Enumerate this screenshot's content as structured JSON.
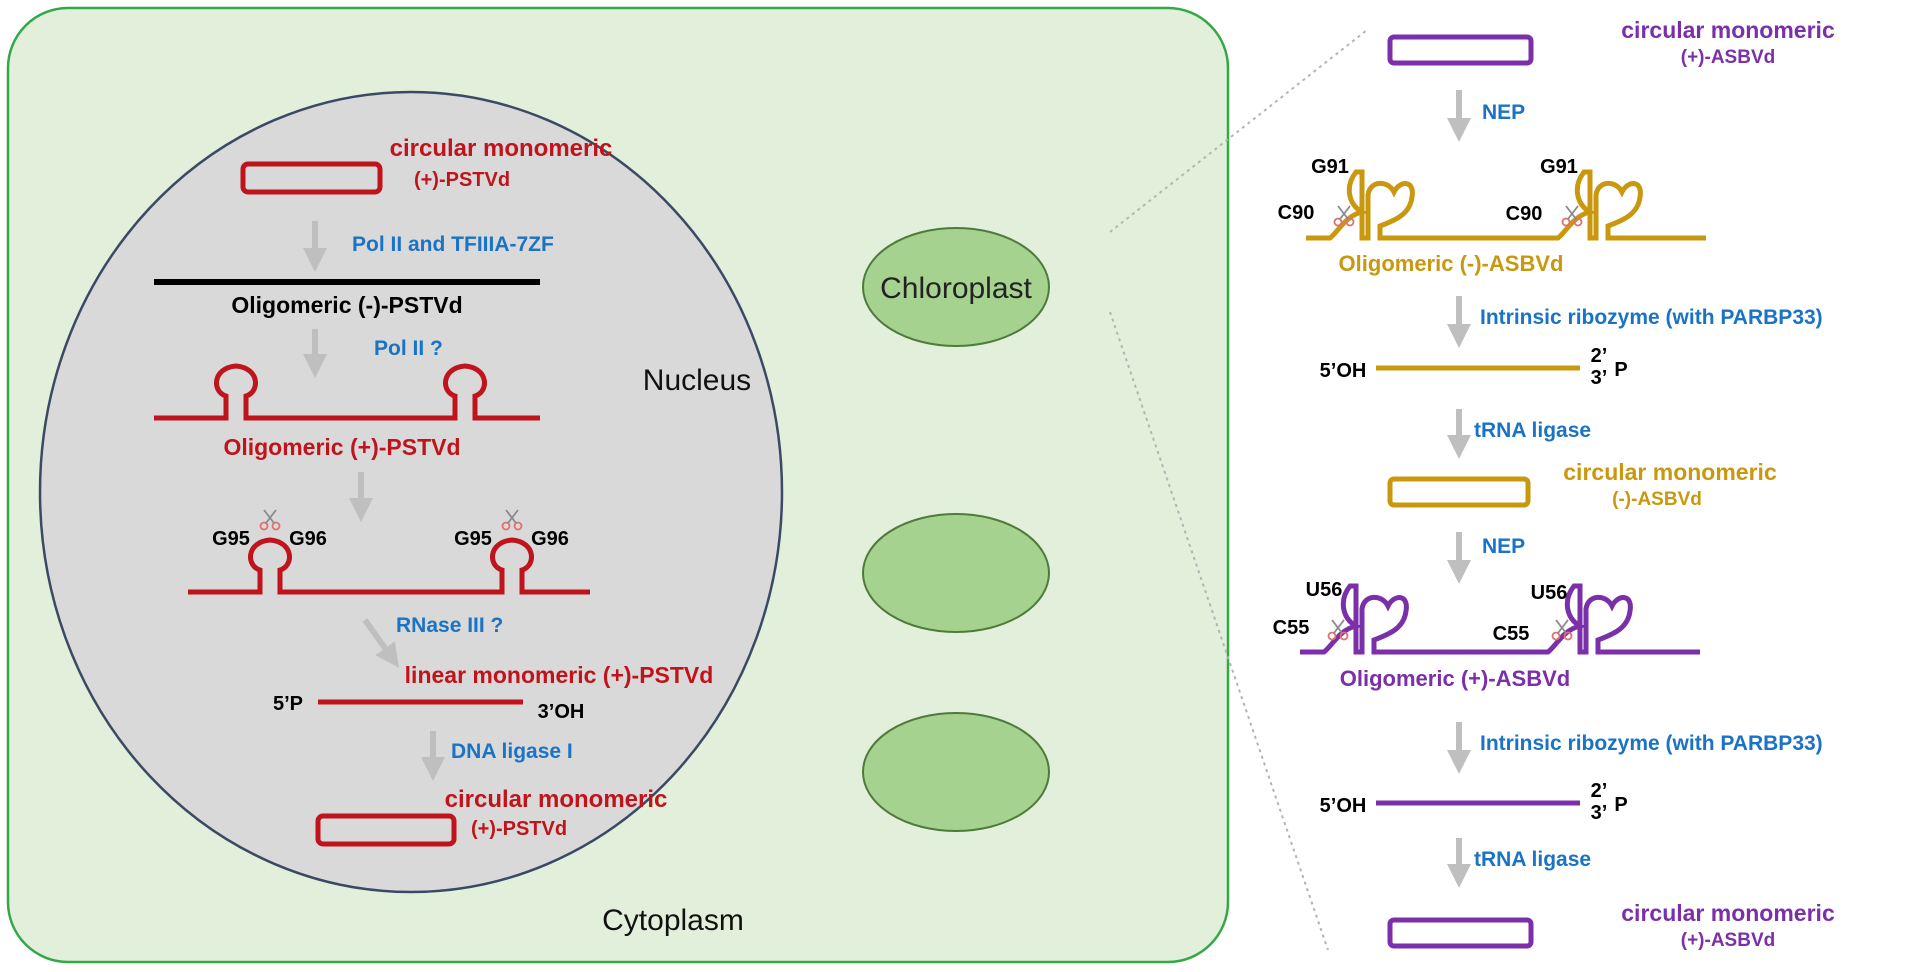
{
  "colors": {
    "pstvd_red": "#c0141c",
    "enzyme_blue": "#1a73c4",
    "asbvd_gold": "#c9980e",
    "asbvd_purple": "#7b2fa8",
    "black": "#000000",
    "cell_fill": "#e2efda",
    "cell_border": "#34a847",
    "nucleus_fill": "#d9d9d9",
    "nucleus_border": "#3b4a64",
    "chloroplast_fill": "#a5d28f",
    "chloroplast_border": "#4f7a3c",
    "arrow_gray": "#bfbfbf"
  },
  "compartments": {
    "cytoplasm": "Cytoplasm",
    "nucleus": "Nucleus",
    "chloroplast": "Chloroplast"
  },
  "nuclear_pathway": {
    "start_label_1": "circular monomeric",
    "start_label_2": "(+)-PSTVd",
    "step1_enzyme": "Pol II and TFIIIA-7ZF",
    "minus_strand": "Oligomeric (-)-PSTVd",
    "step2_enzyme": "Pol II ?",
    "plus_strand": "Oligomeric (+)-PSTVd",
    "cleave_left_a": "G95",
    "cleave_left_b": "G96",
    "cleave_right_a": "G95",
    "cleave_right_b": "G96",
    "step3_enzyme": "RNase III ?",
    "linear_label": "linear monomeric (+)-PSTVd",
    "linear_5": "5’P",
    "linear_3": "3’OH",
    "step4_enzyme": "DNA ligase I",
    "end_label_1": "circular monomeric",
    "end_label_2": "(+)-PSTVd"
  },
  "chloroplast_pathway": {
    "start_label_1": "circular monomeric",
    "start_label_2": "(+)-ASBVd",
    "step1_enzyme": "NEP",
    "minus_site_left_g": "G91",
    "minus_site_left_c": "C90",
    "minus_site_right_g": "G91",
    "minus_site_right_c": "C90",
    "minus_oligo": "Oligomeric (-)-ASBVd",
    "step2_enzyme": "Intrinsic ribozyme (with PARBP33)",
    "lin1_5": "5’OH",
    "lin1_3a": "2’",
    "lin1_3b": "3’",
    "lin1_p": "P",
    "step3_enzyme": "tRNA ligase",
    "minus_circ_1": "circular monomeric",
    "minus_circ_2": "(-)-ASBVd",
    "step4_enzyme": "NEP",
    "plus_site_left_u": "U56",
    "plus_site_left_c": "C55",
    "plus_site_right_u": "U56",
    "plus_site_right_c": "C55",
    "plus_oligo": "Oligomeric (+)-ASBVd",
    "step5_enzyme": "Intrinsic ribozyme (with PARBP33)",
    "lin2_5": "5’OH",
    "lin2_3a": "2’",
    "lin2_3b": "3’",
    "lin2_p": "P",
    "step6_enzyme": "tRNA ligase",
    "end_label_1": "circular monomeric",
    "end_label_2": "(+)-ASBVd"
  }
}
